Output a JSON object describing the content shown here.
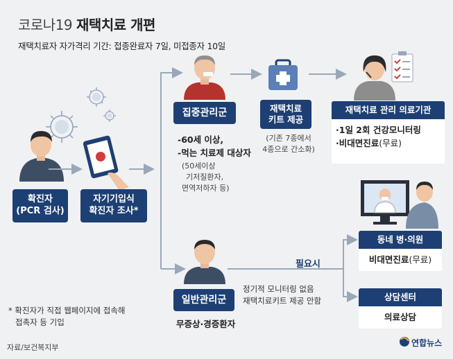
{
  "header": {
    "title_light": "코로나19 ",
    "title_bold": "재택치료 개편",
    "subtitle": "재택치료자 자가격리 기간: 접종완료자 7일, 미접종자 10일"
  },
  "nodes": {
    "confirmed": {
      "line1": "확진자",
      "line2": "(PCR 검사)"
    },
    "self_survey": {
      "line1": "자기기입식",
      "line2": "확진자 조사*"
    },
    "intensive": {
      "label": "집중관리군"
    },
    "intensive_items": [
      "-60세 이상,",
      "-먹는 치료제 대상자"
    ],
    "intensive_sub": [
      "(50세이상",
      "기저질환자,",
      "면역저하자 등)"
    ],
    "kit": {
      "line1": "재택치료",
      "line2": "키트 제공"
    },
    "kit_note": [
      "(기존 7종에서",
      "4종으로 간소화)"
    ],
    "institution": {
      "label": "재택치료 관리 의료기관"
    },
    "institution_items": [
      "·1일 2회 건강모니터링",
      "·비대면진료",
      "(무료)"
    ],
    "general": {
      "label": "일반관리군"
    },
    "general_sub": "무증상·경증환자",
    "general_note": [
      "정기적 모니터링 없음",
      "재택치료키트 제공 안함"
    ],
    "if_needed": "필요시",
    "clinic": {
      "label": "동네 병·의원",
      "item": "비대면진료",
      "item_suffix": "(무료)"
    },
    "counsel": {
      "label": "상담센터",
      "item": "의료상담"
    }
  },
  "footnote": [
    "* 확진자가 직접 웹페이지에 접속해",
    "접촉자 등 기입"
  ],
  "source": "자료/보건복지부",
  "logo": "연합뉴스",
  "colors": {
    "navy": "#1d3f73",
    "background": "#f0f1f3",
    "arrow": "#9aa7b8",
    "virus": "#8aa0bd"
  }
}
